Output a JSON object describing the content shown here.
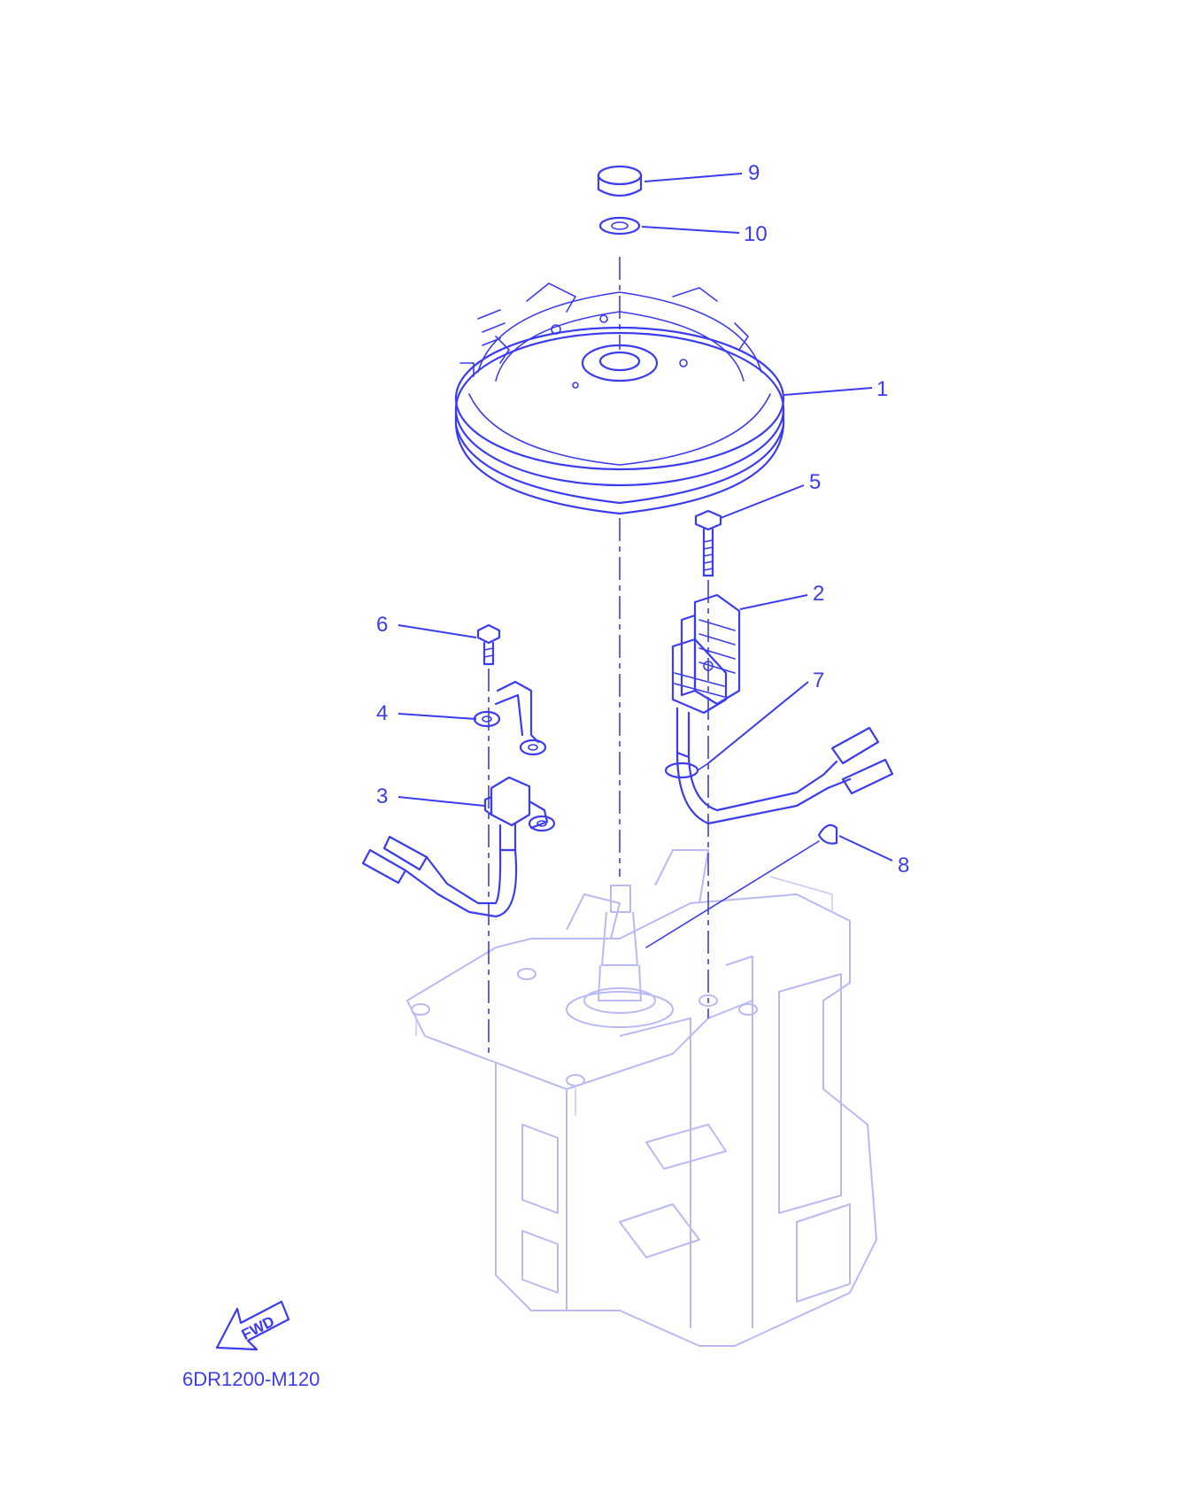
{
  "callouts": [
    {
      "id": "1",
      "label": "1"
    },
    {
      "id": "2",
      "label": "2"
    },
    {
      "id": "3",
      "label": "3"
    },
    {
      "id": "4",
      "label": "4"
    },
    {
      "id": "5",
      "label": "5"
    },
    {
      "id": "6",
      "label": "6"
    },
    {
      "id": "7",
      "label": "7"
    },
    {
      "id": "8",
      "label": "8"
    },
    {
      "id": "9",
      "label": "9"
    },
    {
      "id": "10",
      "label": "10"
    }
  ],
  "fwd_label": "FWD",
  "drawing_code": "6DR1200-M120",
  "colors": {
    "line": "#3b3bf0",
    "ghost": "#b9b9f6",
    "background": "#ffffff"
  }
}
